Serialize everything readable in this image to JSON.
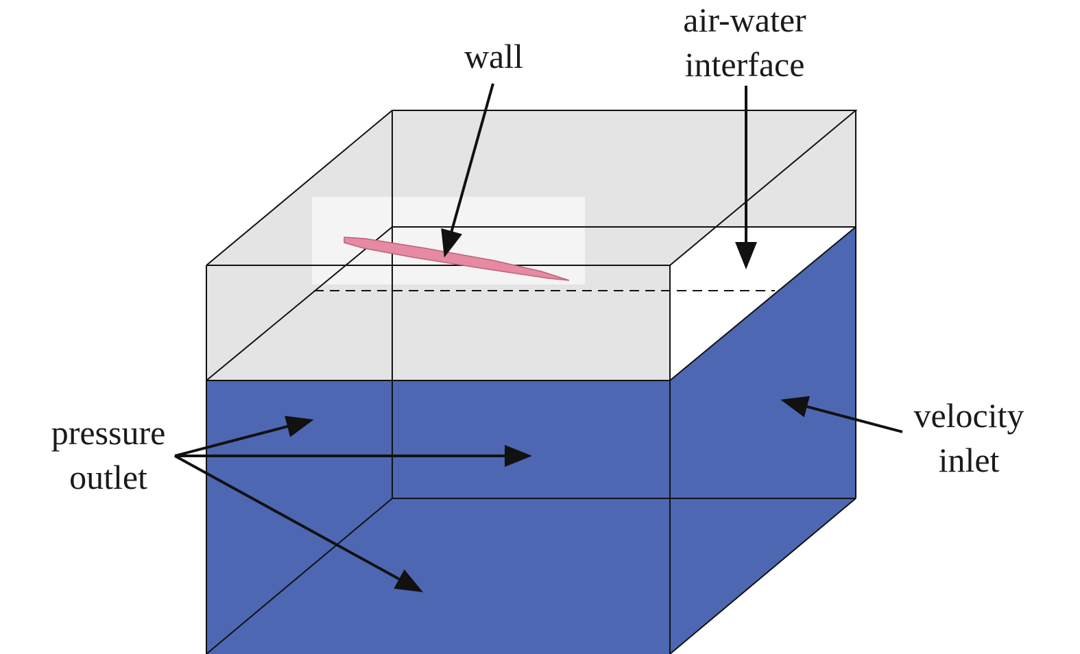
{
  "labels": {
    "wall": "wall",
    "interface_line1": "air-water",
    "interface_line2": "interface",
    "pressure_line1": "pressure",
    "pressure_line2": "outlet",
    "velocity_line1": "velocity",
    "velocity_line2": "inlet"
  },
  "colors": {
    "water": "#4d67b2",
    "air": "#e4e4e4",
    "wall_body": "#e58aa2",
    "stroke": "#111111"
  }
}
